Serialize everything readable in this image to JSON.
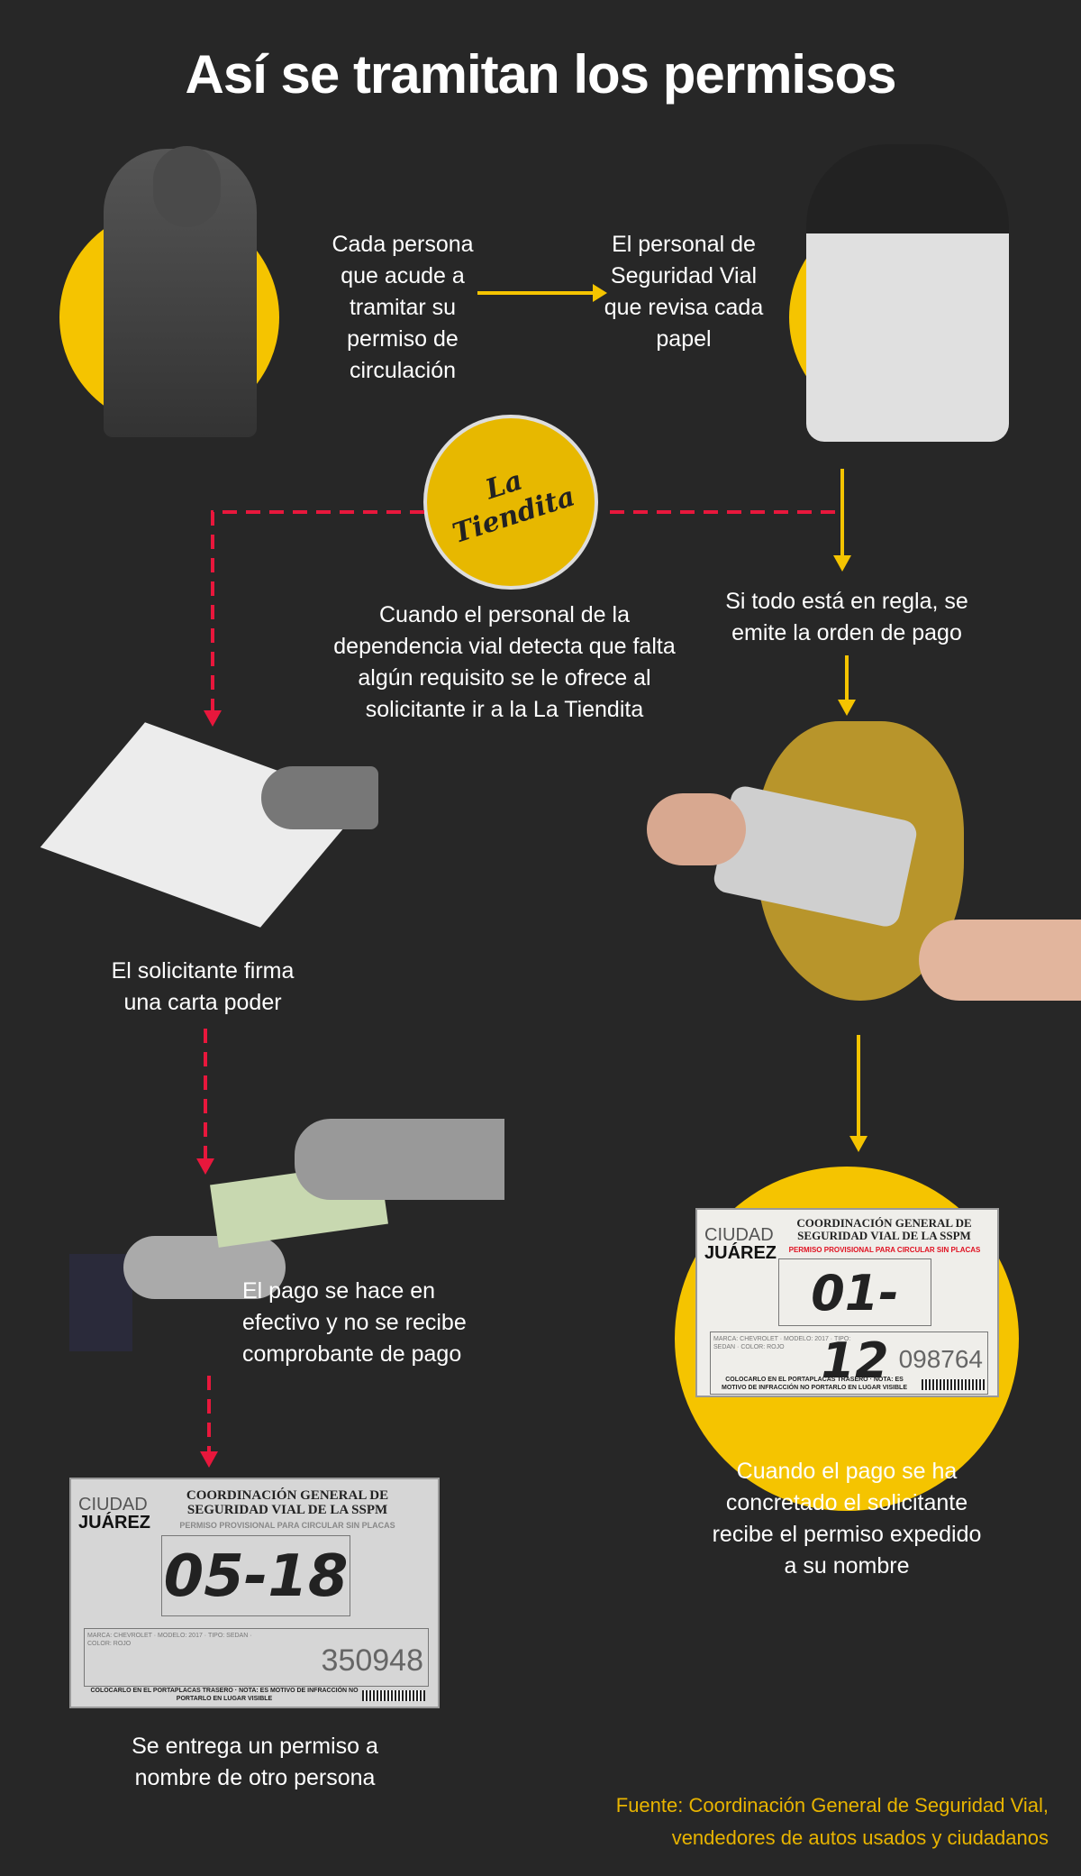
{
  "title": "Así se tramitan los permisos",
  "colors": {
    "background": "#272727",
    "yellow": "#f5c400",
    "red": "#e8173c",
    "source": "#e8b400"
  },
  "steps": {
    "s1": "Cada persona que acude a tramitar su permiso de circulación",
    "s2": "El personal de Seguridad Vial que revisa cada papel",
    "s3": "Cuando el personal de la dependencia vial detecta que falta algún requisito se le ofrece al solicitante ir a la  La Tiendita",
    "s4": "Si todo está en regla, se emite la orden de pago",
    "s5": "El solicitante firma una carta poder",
    "s6": "El pago se hace en efectivo y no se recibe comprobante de pago",
    "s7": "Cuando el pago se ha concretado el solicitante recibe el permiso expedido a su nombre",
    "s8": "Se entrega un permiso a nombre de otro persona"
  },
  "store_sign": "La Tiendita",
  "permit_common": {
    "heading": "COORDINACIÓN GENERAL DE SEGURIDAD VIAL DE LA SSPM",
    "subheading": "PERMISO PROVISIONAL PARA CIRCULAR SIN PLACAS",
    "city": "CIUDAD",
    "city2": "JUÁREZ",
    "footer": "COLOCARLO EN EL PORTAPLACAS TRASERO · NOTA: ES MOTIVO DE INFRACCIÓN NO PORTARLO EN LUGAR VISIBLE",
    "fields": "MARCA: CHEVROLET · MODELO: 2017 · TIPO: SEDAN · COLOR: ROJO"
  },
  "permit_right": {
    "number": "01-12",
    "folio": "098764"
  },
  "permit_left": {
    "number": "05-18",
    "folio": "350948"
  },
  "source": {
    "line1": "Fuente: Coordinación General de Seguridad Vial,",
    "line2": "vendedores de autos usados y ciudadanos"
  }
}
